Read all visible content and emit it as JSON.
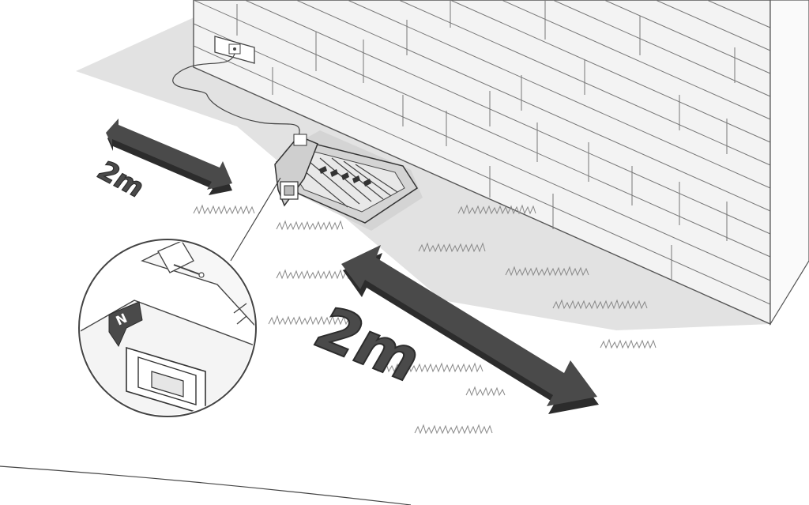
{
  "diagram": {
    "labels": {
      "side_distance": "2m",
      "front_distance": "2m"
    },
    "components": {
      "wall": "brick-wall",
      "outlet": "power-outlet",
      "cable": "power-cable",
      "station": "charging-station",
      "ground": "lawn",
      "detail": "magnified-detail",
      "detail_letter": "N"
    },
    "colors": {
      "arrow": "#4a4a4a",
      "arrow_shadow": "#2c2c2c",
      "ground_shadow": "#e2e2e2",
      "wall_face": "#f3f3f3",
      "line": "#444444",
      "station_body": "#d4d4d4"
    }
  }
}
